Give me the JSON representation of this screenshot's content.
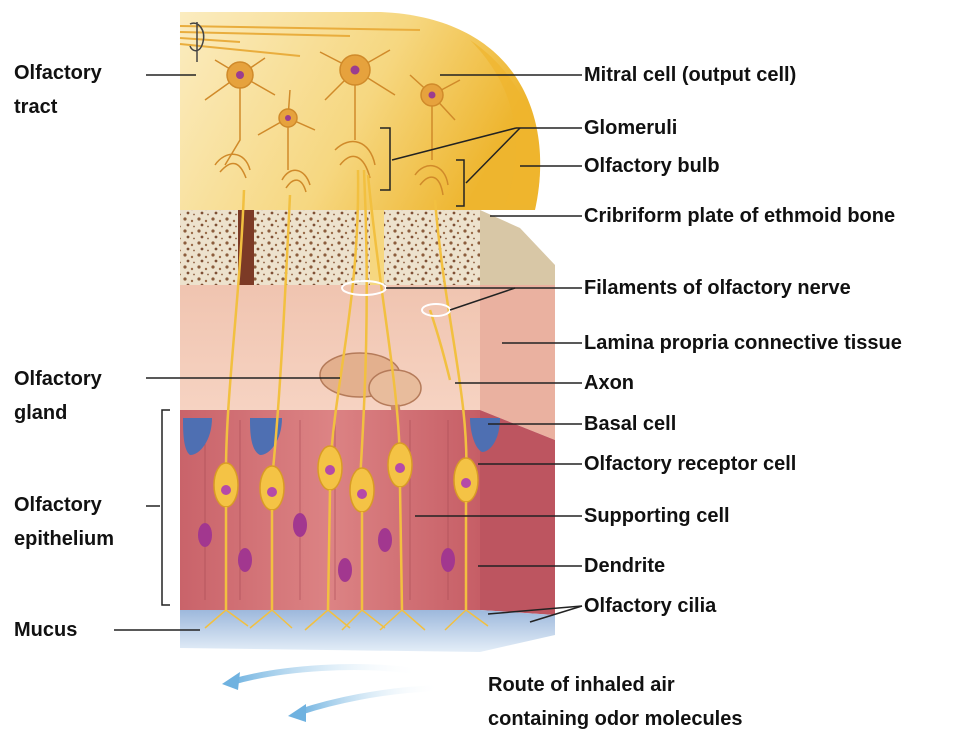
{
  "left_labels": {
    "olfactory_tract": [
      "Olfactory",
      "tract"
    ],
    "olfactory_gland": [
      "Olfactory",
      "gland"
    ],
    "olfactory_epithelium": [
      "Olfactory",
      "epithelium"
    ],
    "mucus": "Mucus"
  },
  "right_labels": {
    "mitral_cell": "Mitral cell (output cell)",
    "glomeruli": "Glomeruli",
    "olfactory_bulb": "Olfactory bulb",
    "cribriform_plate": "Cribriform plate of ethmoid bone",
    "filaments": "Filaments of olfactory nerve",
    "lamina_propria": "Lamina propria connective tissue",
    "axon": "Axon",
    "basal_cell": "Basal cell",
    "receptor_cell": "Olfactory receptor cell",
    "supporting_cell": "Supporting cell",
    "dendrite": "Dendrite",
    "cilia": "Olfactory cilia"
  },
  "route": [
    "Route of inhaled air",
    "containing odor molecules"
  ],
  "colors": {
    "bulb": "#f7d67a",
    "bulb_pale": "#fbebb8",
    "neuron": "#e8a63a",
    "nerve": "#f2c040",
    "bone": "#ece1cc",
    "bone_speckle": "#8a5a3a",
    "lamina": "#f3c1a8",
    "epithelium": "#cf6f70",
    "basal": "#4a6fb0",
    "nucleus": "#b44aa8",
    "mucus": "#b9cde6",
    "air": "#8fc3e6",
    "leader": "#222222"
  }
}
